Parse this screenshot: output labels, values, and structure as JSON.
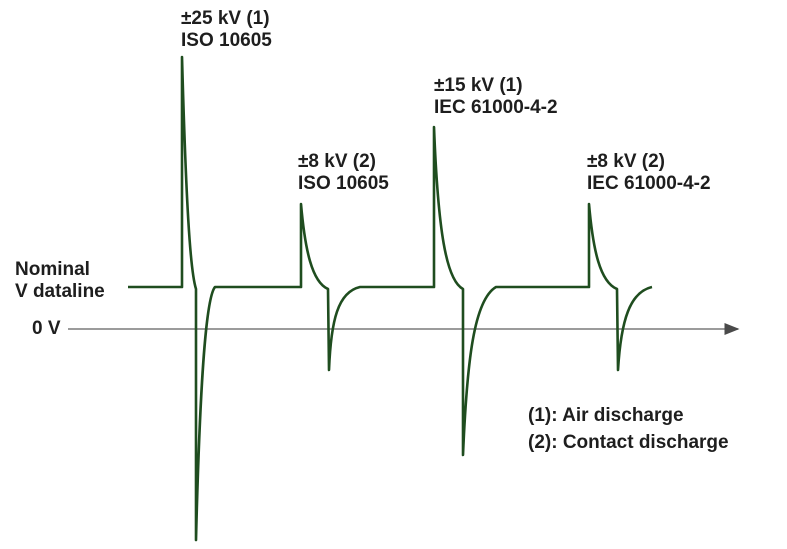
{
  "colors": {
    "waveform": "#1f4d1f",
    "axis": "#6e6e6e",
    "text": "#1e1e1e"
  },
  "labels": {
    "nominal_line1": "Nominal",
    "nominal_line2": "V dataline",
    "zero": "0 V"
  },
  "pulses": [
    {
      "level": "±25 kV (1)",
      "standard": "ISO 10605"
    },
    {
      "level": "±8 kV (2)",
      "standard": "ISO 10605"
    },
    {
      "level": "±15 kV (1)",
      "standard": "IEC 61000-4-2"
    },
    {
      "level": "±8 kV (2)",
      "standard": "IEC 61000-4-2"
    }
  ],
  "legend": {
    "item1": "(1): Air discharge",
    "item2": "(2): Contact discharge"
  }
}
